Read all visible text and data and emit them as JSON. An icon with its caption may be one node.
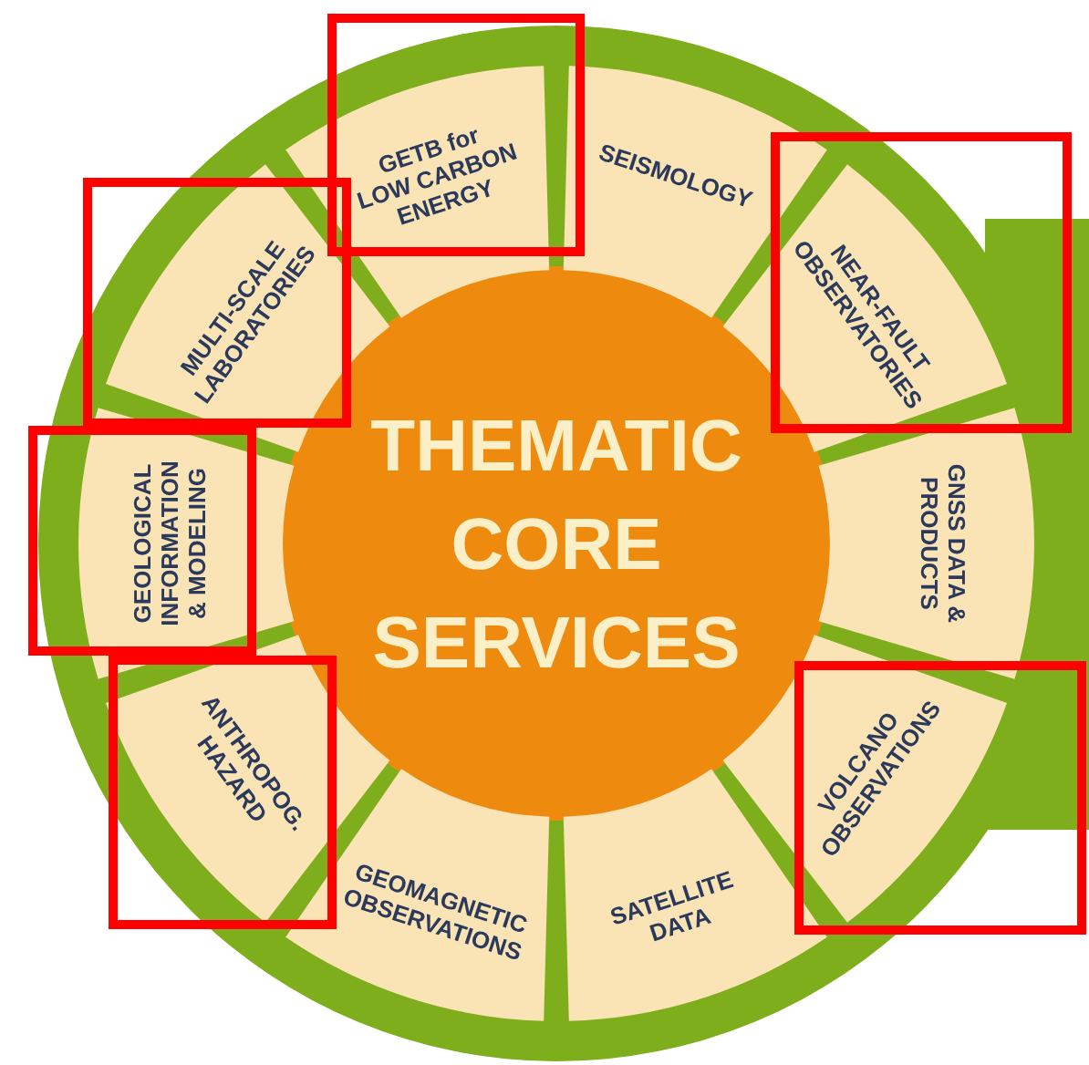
{
  "diagram": {
    "nodes": [
      {
        "text": [
          "THEMATIC CORE SERVICES"
        ]
      },
      {
        "text": [
          "GETB for LOW CARBON ENERGY"
        ]
      },
      {
        "text": [
          "SEISMOLOGY"
        ]
      },
      {
        "text": [
          "NEAR-FAULT OBSERVATORIES"
        ]
      },
      {
        "text": [
          "GNSS DATA & PRODUCTS"
        ]
      },
      {
        "text": [
          "VOLCANO OBSERVATIONS"
        ]
      },
      {
        "text": [
          "SATELLITE DATA"
        ]
      },
      {
        "text": [
          "GEOMAGNETIC OBSERVATIONS"
        ]
      },
      {
        "text": [
          "ANTHROPOG. HAZARD"
        ]
      },
      {
        "text": [
          "GEOLOGICAL INFORMATION & MODELING"
        ]
      },
      {
        "text": [
          "MULTI-SCALE LABORATORIES"
        ]
      }
    ]
  }
}
